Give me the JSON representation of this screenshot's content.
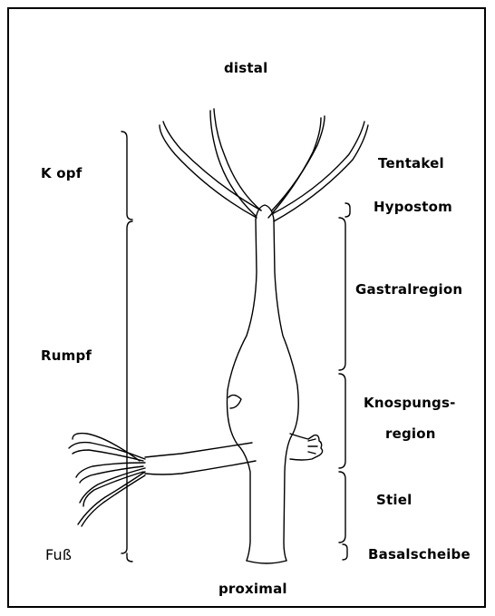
{
  "orientation": {
    "top": "distal",
    "bottom": "proximal"
  },
  "body_regions": {
    "head": "K opf",
    "trunk": "Rumpf",
    "foot": "Fuß"
  },
  "structures": {
    "tentacles": "Tentakel",
    "hypostome": "Hypostom",
    "gastral_region": "Gastralregion",
    "budding_region_line1": "Knospungs-",
    "budding_region_line2": "region",
    "stalk": "Stiel",
    "basal_disc": "Basalscheibe"
  }
}
